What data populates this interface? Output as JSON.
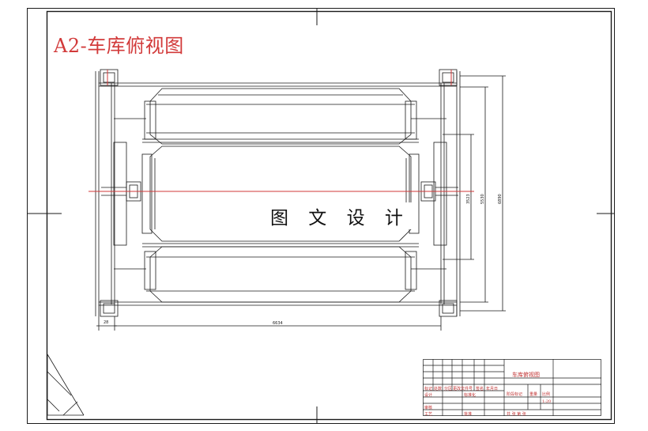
{
  "drawing": {
    "title": "A2-车库俯视图",
    "watermark": "图 文 设 计",
    "dimensions": {
      "bottom_small": "28",
      "bottom_overall": "6634",
      "right_inner": "3523",
      "right_mid": "5530",
      "right_outer": "6890"
    }
  },
  "title_block": {
    "drawing_name": "车库俯视图",
    "labels": {
      "mark": "标记",
      "count": "处数",
      "zone": "分区",
      "change_doc": "更改文件号",
      "signature": "签名",
      "date": "年月日",
      "design": "设计",
      "standardize": "标准化",
      "review": "审核",
      "process": "工艺",
      "approve": "批准",
      "stage_mark": "阶段标记",
      "weight": "重量",
      "scale": "比例",
      "scale_value": "1:20",
      "sheet_info": "共  张 第  张"
    }
  },
  "colors": {
    "line": "#1a1a1a",
    "accent": "#d23a3a",
    "paper": "#ffffff"
  }
}
